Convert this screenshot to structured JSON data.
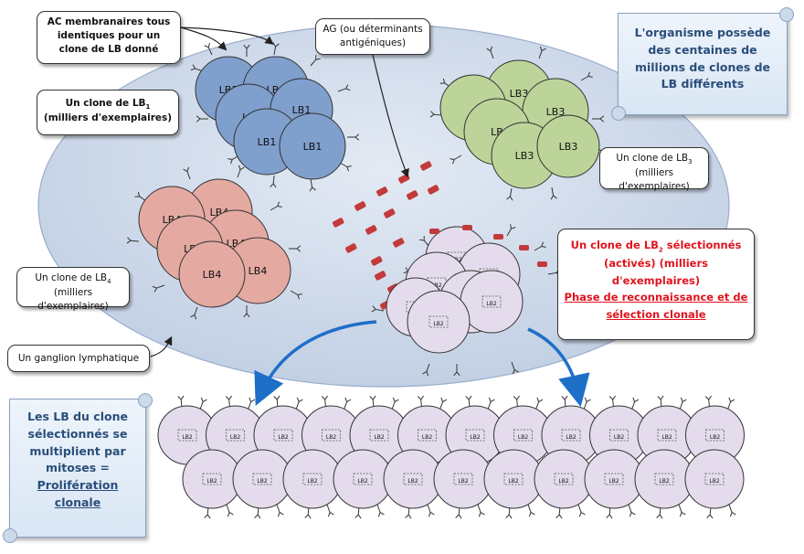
{
  "labels": {
    "ac_membranaires": "AC membranaires tous identiques pour un clone de LB donné",
    "ag": "AG (ou déterminants antigéniques)",
    "clone_lb1_a": "Un clone de LB",
    "clone_lb1_sub": "1",
    "clone_lb1_b": " (milliers d'exemplaires)",
    "clone_lb3_a": "Un clone de LB",
    "clone_lb3_sub": "3",
    "clone_lb3_b": " (milliers d'exemplaires)",
    "clone_lb4_a": "Un clone de LB",
    "clone_lb4_sub": "4",
    "clone_lb4_b": " (milliers d'exemplaires)",
    "ganglion": "Un ganglion lymphatique",
    "lb2_a": "Un clone de LB",
    "lb2_sub": "2",
    "lb2_b": " sélectionnés (activés) (milliers d'exemplaires)",
    "lb2_phase": "Phase de reconnaissance et de sélection clonale",
    "organisme": "L'organisme possède des centaines de millions de clones de LB différents",
    "proliferation_a": "Les LB du clone sélectionnés se multiplient par mitoses =",
    "proliferation_b": "Prolifération clonale"
  },
  "cells": {
    "lb1": "LB1",
    "lb1_short": "LB",
    "lb3": "LB3",
    "lb3_short": "LB",
    "lb4": "LB4",
    "lb4_short": "LB",
    "lb2": "LB2"
  },
  "colors": {
    "lb1": "#7f9fcd",
    "lb3": "#bcd49a",
    "lb4": "#e4aaa2",
    "lb2": "#e4dcec",
    "ganglion": "#cfdaea",
    "arrow": "#1e6fc8",
    "ag": "#c23a3a",
    "accent_red": "#e0141e"
  }
}
